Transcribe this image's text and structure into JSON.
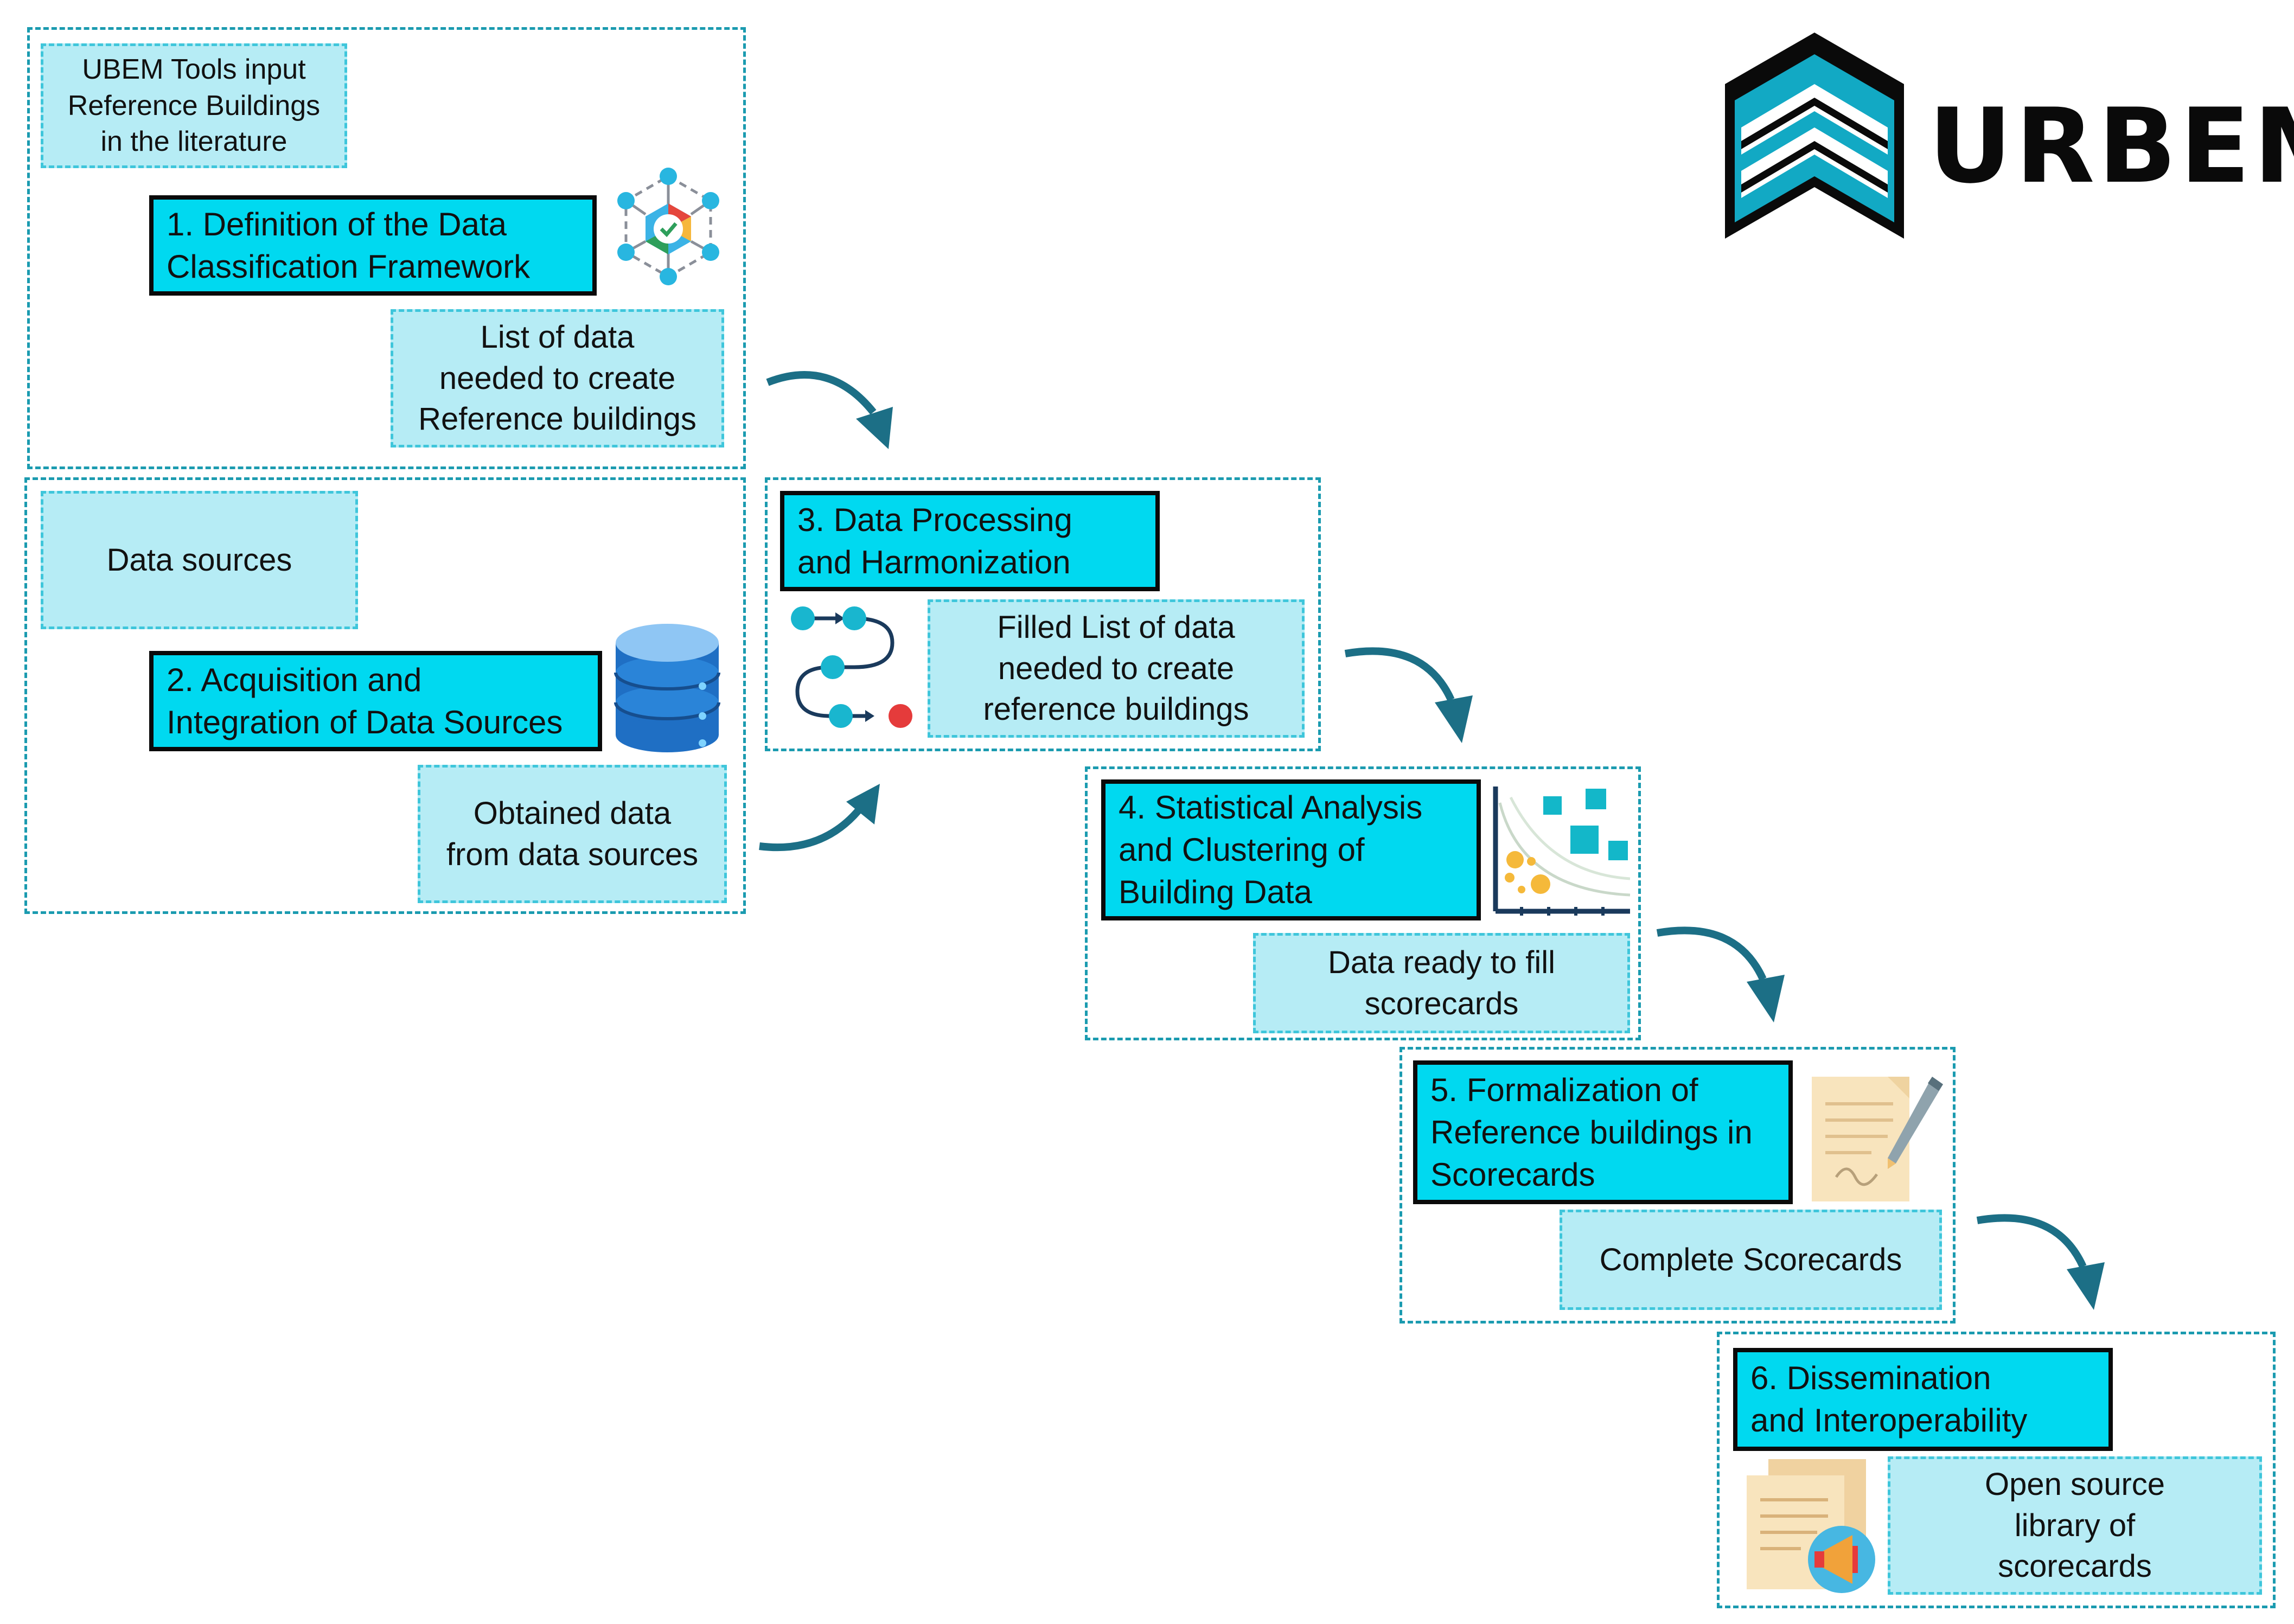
{
  "logo": {
    "text": "URBEM"
  },
  "frames": {
    "frame1": {
      "input_label": "UBEM Tools input\nReference Buildings\nin the literature",
      "step_label": "1. Definition of the Data\nClassification Framework",
      "output_label": "List of data\nneeded to create\nReference buildings"
    },
    "frame2": {
      "input_label": "Data sources",
      "step_label": "2. Acquisition and\nIntegration of Data Sources",
      "output_label": "Obtained data\nfrom data sources"
    },
    "frame3": {
      "step_label": "3. Data Processing\nand Harmonization",
      "output_label": "Filled List of data\nneeded to create\nreference buildings"
    },
    "frame4": {
      "step_label": "4. Statistical Analysis\nand Clustering of\nBuilding Data",
      "output_label": "Data ready to fill\nscorecards"
    },
    "frame5": {
      "step_label": "5. Formalization of\nReference buildings in\nScorecards",
      "output_label": "Complete Scorecards"
    },
    "frame6": {
      "step_label": "6. Dissemination\nand Interoperability",
      "output_label": "Open source\nlibrary of\nscorecards"
    }
  },
  "colors": {
    "frame_border": "#1b9bb0",
    "step_fill": "#00d9f0",
    "label_fill": "#b6ecf5",
    "arrow": "#1c6f86"
  }
}
